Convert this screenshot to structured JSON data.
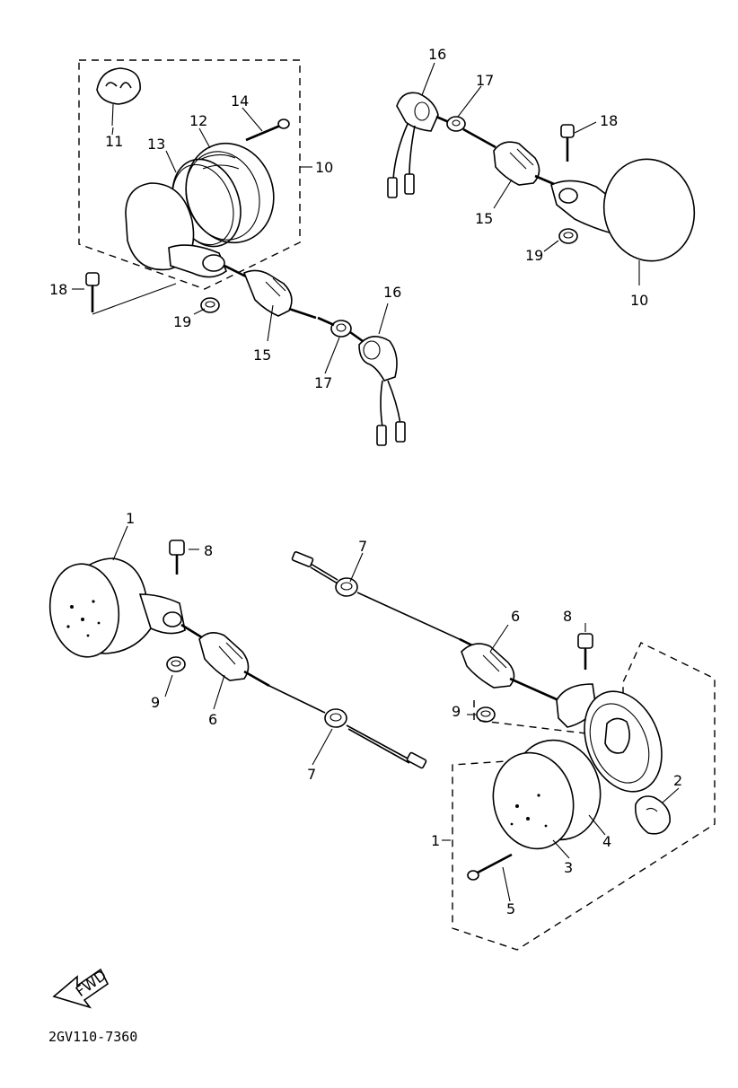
{
  "diagram": {
    "drawing_code": "2GV110-7360",
    "fwd_label": "FWD",
    "callouts": {
      "c1a": "1",
      "c1b": "1",
      "c2": "2",
      "c3": "3",
      "c4": "4",
      "c5": "5",
      "c6a": "6",
      "c6b": "6",
      "c7a": "7",
      "c7b": "7",
      "c8a": "8",
      "c8b": "8",
      "c9a": "9",
      "c9b": "9",
      "c10a": "10",
      "c10b": "10",
      "c11": "11",
      "c12": "12",
      "c13": "13",
      "c14": "14",
      "c15a": "15",
      "c15b": "15",
      "c16a": "16",
      "c16b": "16",
      "c17a": "17",
      "c17b": "17",
      "c18a": "18",
      "c18b": "18",
      "c19a": "19",
      "c19b": "19"
    }
  }
}
